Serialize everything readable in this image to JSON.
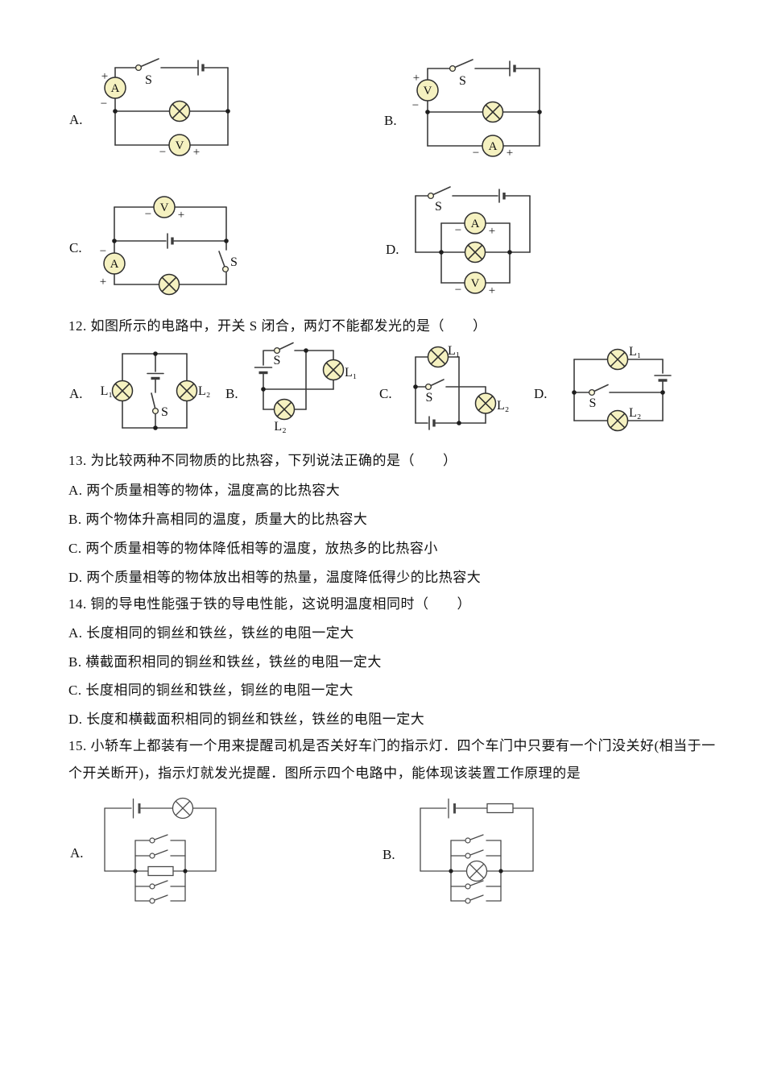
{
  "sym": {
    "switch": "S",
    "lamp1": "L₁",
    "lamp2": "L₂",
    "ammeter": "A",
    "voltmeter": "V",
    "plus": "+",
    "minus": "−"
  },
  "q11": {
    "option_labels": [
      "A.",
      "B.",
      "C.",
      "D."
    ]
  },
  "q12": {
    "stem": "12. 如图所示的电路中，开关 S 闭合，两灯不能都发光的是（　　）",
    "option_labels": [
      "A.",
      "B.",
      "C.",
      "D."
    ]
  },
  "q13": {
    "stem": "13. 为比较两种不同物质的比热容，下列说法正确的是（　　）",
    "options": [
      "A. 两个质量相等的物体，温度高的比热容大",
      "B. 两个物体升高相同的温度，质量大的比热容大",
      "C. 两个质量相等的物体降低相等的温度，放热多的比热容小",
      "D. 两个质量相等的物体放出相等的热量，温度降低得少的比热容大"
    ]
  },
  "q14": {
    "stem": "14. 铜的导电性能强于铁的导电性能，这说明温度相同时（　　）",
    "options": [
      "A. 长度相同的铜丝和铁丝，铁丝的电阻一定大",
      "B. 横截面积相同的铜丝和铁丝，铁丝的电阻一定大",
      "C. 长度相同的铜丝和铁丝，铜丝的电阻一定大",
      "D. 长度和横截面积相同的铜丝和铁丝，铁丝的电阻一定大"
    ]
  },
  "q15": {
    "stem_line1": "15. 小轿车上都装有一个用来提醒司机是否关好车门的指示灯．四个车门中只要有一个门没关好(相当于一",
    "stem_line2": "个开关断开)，指示灯就发光提醒．图所示四个电路中，能体现该装置工作原理的是",
    "option_labels": [
      "A.",
      "B."
    ]
  },
  "colors": {
    "page_background": "#FFFFFF",
    "wire": "#3C3C3C",
    "component_fill": "#F5F1C0",
    "text": "#111111"
  }
}
